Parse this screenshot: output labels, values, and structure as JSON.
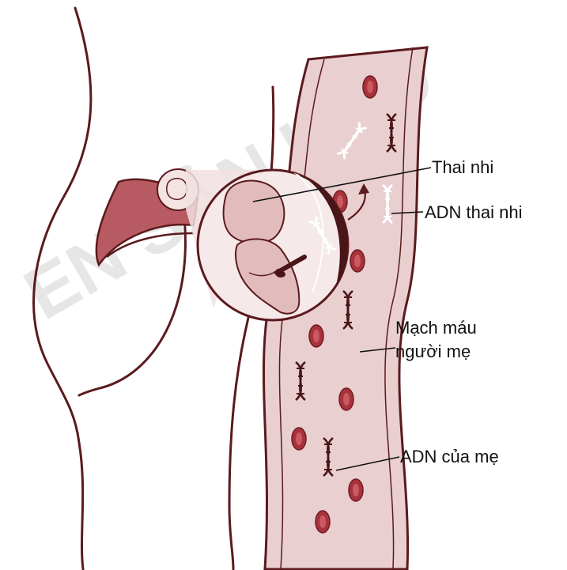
{
  "watermark": "EN SẢN KHO",
  "labels": {
    "fetus": "Thai nhi",
    "fetal_dna": "ADN thai nhi",
    "maternal_vessel_line1": "Mạch máu",
    "maternal_vessel_line2": "người mẹ",
    "maternal_dna": "ADN của mẹ"
  },
  "colors": {
    "outline": "#5b1a1e",
    "vessel_fill": "#e9cfd0",
    "blood_cell": "#a8323c",
    "uterus": "#b85a61",
    "fetus_skin": "#e2bcbd",
    "dark_amnion": "#4a1518"
  }
}
